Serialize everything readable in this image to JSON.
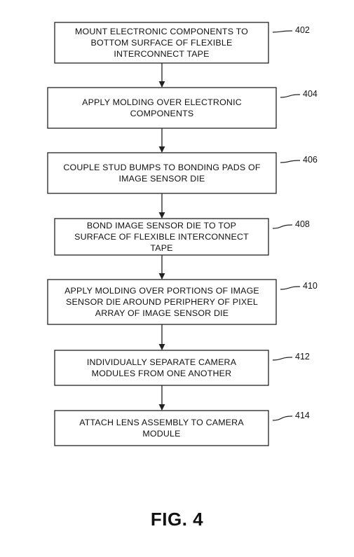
{
  "figure": {
    "title": "FIG. 4"
  },
  "steps": [
    {
      "ref": "402",
      "text": "MOUNT ELECTRONIC COMPONENTS TO\nBOTTOM SURFACE OF FLEXIBLE\nINTERCONNECT TAPE"
    },
    {
      "ref": "404",
      "text": "APPLY MOLDING OVER ELECTRONIC\nCOMPONENTS"
    },
    {
      "ref": "406",
      "text": "COUPLE STUD BUMPS TO BONDING PADS OF\nIMAGE SENSOR DIE"
    },
    {
      "ref": "408",
      "text": "BOND IMAGE SENSOR DIE TO TOP\nSURFACE OF FLEXIBLE INTERCONNECT\nTAPE"
    },
    {
      "ref": "410",
      "text": "APPLY MOLDING OVER PORTIONS OF IMAGE\nSENSOR DIE AROUND PERIPHERY OF PIXEL\nARRAY OF IMAGE SENSOR DIE"
    },
    {
      "ref": "412",
      "text": "INDIVIDUALLY SEPARATE CAMERA\nMODULES FROM ONE ANOTHER"
    },
    {
      "ref": "414",
      "text": "ATTACH LENS ASSEMBLY TO CAMERA\nMODULE"
    }
  ],
  "colors": {
    "stroke": "#222222",
    "text": "#111111"
  }
}
